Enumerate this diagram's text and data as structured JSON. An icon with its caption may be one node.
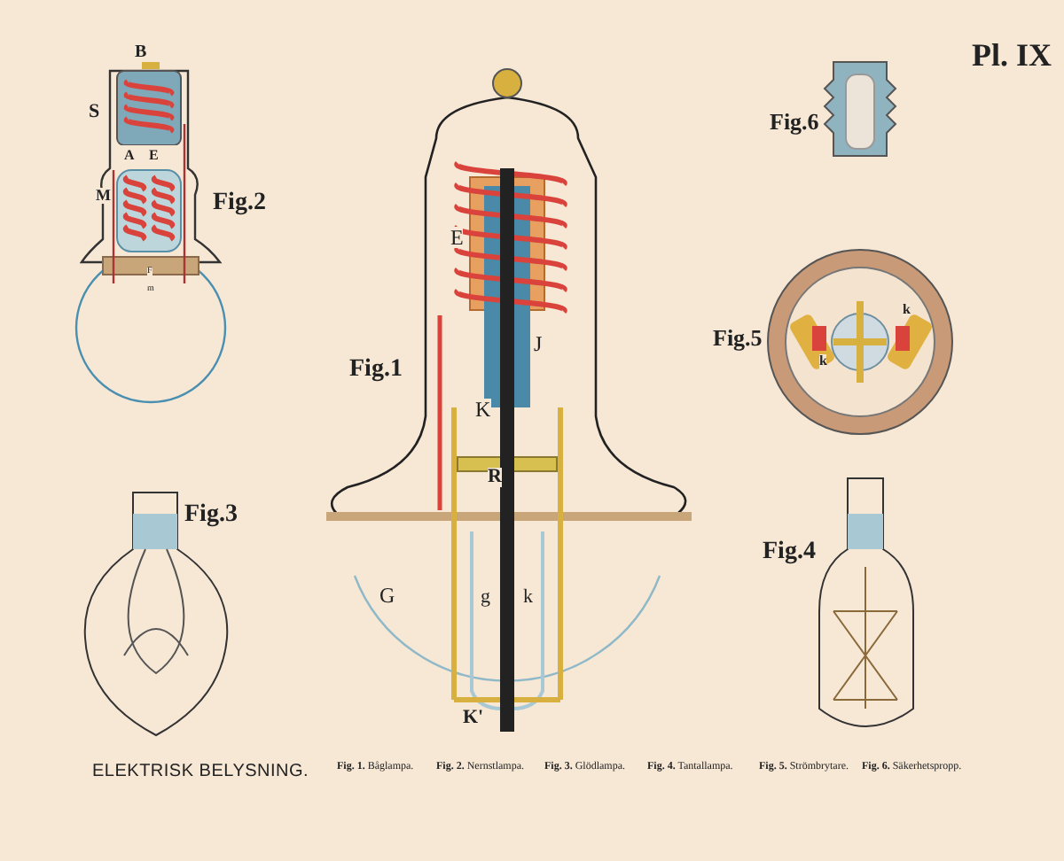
{
  "diagram": {
    "title": "ELEKTRISK BELYSNING.",
    "labels": [
      "Pl. IX",
      "B",
      "S",
      "A",
      "E",
      "M",
      "F",
      "m",
      "Fig.2",
      "Fig.6",
      "E",
      "J",
      "Fig.1",
      "Fig.5",
      "k",
      "k",
      "K",
      "R",
      "Fig.3",
      "Fig.4",
      "G",
      "g",
      "k",
      "K'",
      "**Fig. 1.** Båglampa.",
      "**Fig. 2.** Nernstlampa.",
      "**Fig. 3.** Glödlampa.",
      "**Fig. 4.** Tantallampa.",
      "**Fig. 5.** Strömbrytare.",
      "**Fig. 6.** Säkerhetspropp."
    ]
  }
}
